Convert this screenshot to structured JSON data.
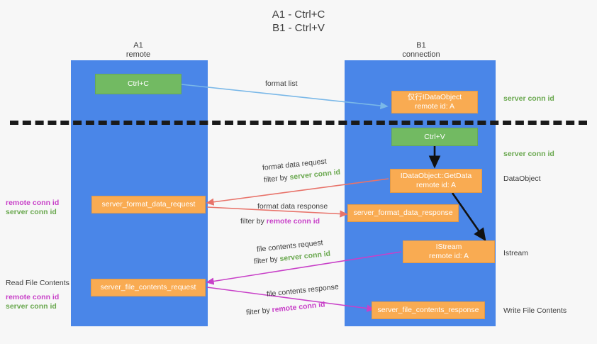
{
  "title": {
    "line1": "A1 - Ctrl+C",
    "line2": "B1 - Ctrl+V"
  },
  "columns": [
    {
      "name": "A1",
      "sub": "remote"
    },
    {
      "name": "B1",
      "sub": "connection"
    }
  ],
  "nodes": {
    "ctrl_c": "Ctrl+C",
    "ctrl_v": "Ctrl+V",
    "idataobject_title": "仅行IDataObject",
    "idataobject_sub": "remote id: A",
    "getdata_title": "IDataObject::GetData",
    "getdata_sub": "remote id: A",
    "istream_title": "IStream",
    "istream_sub": "remote id: A",
    "server_format_data_request": "server_format_data_request",
    "server_format_data_response": "server_format_data_response",
    "server_file_contents_request": "server_file_contents_request",
    "server_file_contents_response": "server_file_contents_response"
  },
  "edges": {
    "format_list": "format list",
    "format_data_request": "format data request",
    "format_data_response": "format data response",
    "file_contents_request": "file contents request",
    "file_contents_response": "file contents response",
    "filter_by": "filter by",
    "server_conn_id": "server conn id",
    "remote_conn_id": "remote conn id"
  },
  "side_labels": {
    "server_conn_id_top": "server conn id",
    "server_conn_id_mid": "server conn id",
    "data_object": "DataObject",
    "istream": "Istream",
    "write_file_contents": "Write File Contents",
    "read_file_contents": "Read File Contents",
    "remote_conn_id": "remote conn id",
    "server_conn_id": "server conn id"
  },
  "colors": {
    "lane": "#4a86e8",
    "green_node": "#72ba62",
    "orange_node": "#f9ab52",
    "server_conn_id": "#6aa84f",
    "remote_conn_id": "#c840c8",
    "wire_blue": "#7ab8e8",
    "wire_red": "#e8736a",
    "wire_magenta": "#c840c8",
    "wire_dark": "#1a1a1a",
    "background": "#f7f7f7"
  }
}
